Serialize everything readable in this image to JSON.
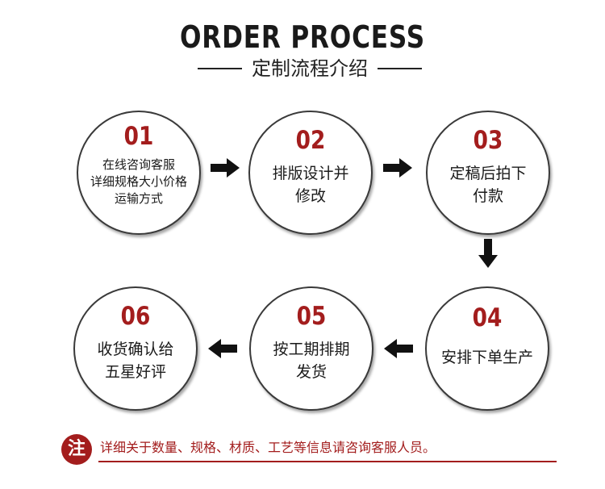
{
  "header": {
    "title": "ORDER PROCESS",
    "subtitle": "定制流程介绍"
  },
  "steps": [
    {
      "number": "01",
      "lines": [
        "在线咨询客服",
        "详细规格大小价格",
        "运输方式"
      ]
    },
    {
      "number": "02",
      "lines": [
        "排版设计并",
        "修改"
      ]
    },
    {
      "number": "03",
      "lines": [
        "定稿后拍下",
        "付款"
      ]
    },
    {
      "number": "04",
      "lines": [
        "安排下单生产"
      ]
    },
    {
      "number": "05",
      "lines": [
        "按工期排期",
        "发货"
      ]
    },
    {
      "number": "06",
      "lines": [
        "收货确认给",
        "五星好评"
      ]
    }
  ],
  "note": {
    "badge": "注",
    "text": "详细关于数量、规格、材质、工艺等信息请咨询客服人员。"
  },
  "colors": {
    "accent": "#a31d1d",
    "text": "#1a1a1a",
    "arrow": "#111111"
  },
  "icons": {
    "arrow_right": "arrow-right-icon",
    "arrow_down": "arrow-down-icon",
    "arrow_left": "arrow-left-icon"
  }
}
